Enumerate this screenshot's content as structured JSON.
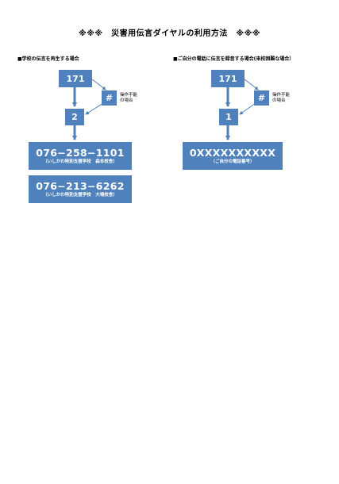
{
  "title": "※※※　災害用伝言ダイヤルの利用方法　※※※",
  "left": {
    "heading": "■学校の伝言を再生する場合",
    "step1": "171",
    "hash": "#",
    "note_line1": "操作不能",
    "note_line2": "の場合",
    "step2": "2",
    "phones": [
      {
        "number": "076−258−1101",
        "label": "（いしかわ特別支援学校　森本校舎）"
      },
      {
        "number": "076−213−6262",
        "label": "（いしかわ特別支援学校　大場校舎）"
      }
    ]
  },
  "right": {
    "heading": "■ご自分の電話に伝言を録音する場合(来校困難な場合）",
    "step1": "171",
    "hash": "#",
    "note_line1": "操作不能",
    "note_line2": "の場合",
    "step2": "1",
    "phone": {
      "number": "0XXXXXXXXXX",
      "label": "（ご自分の電話番号）"
    }
  },
  "colors": {
    "box": "#4f81bd",
    "arrow": "#4f81bd"
  }
}
